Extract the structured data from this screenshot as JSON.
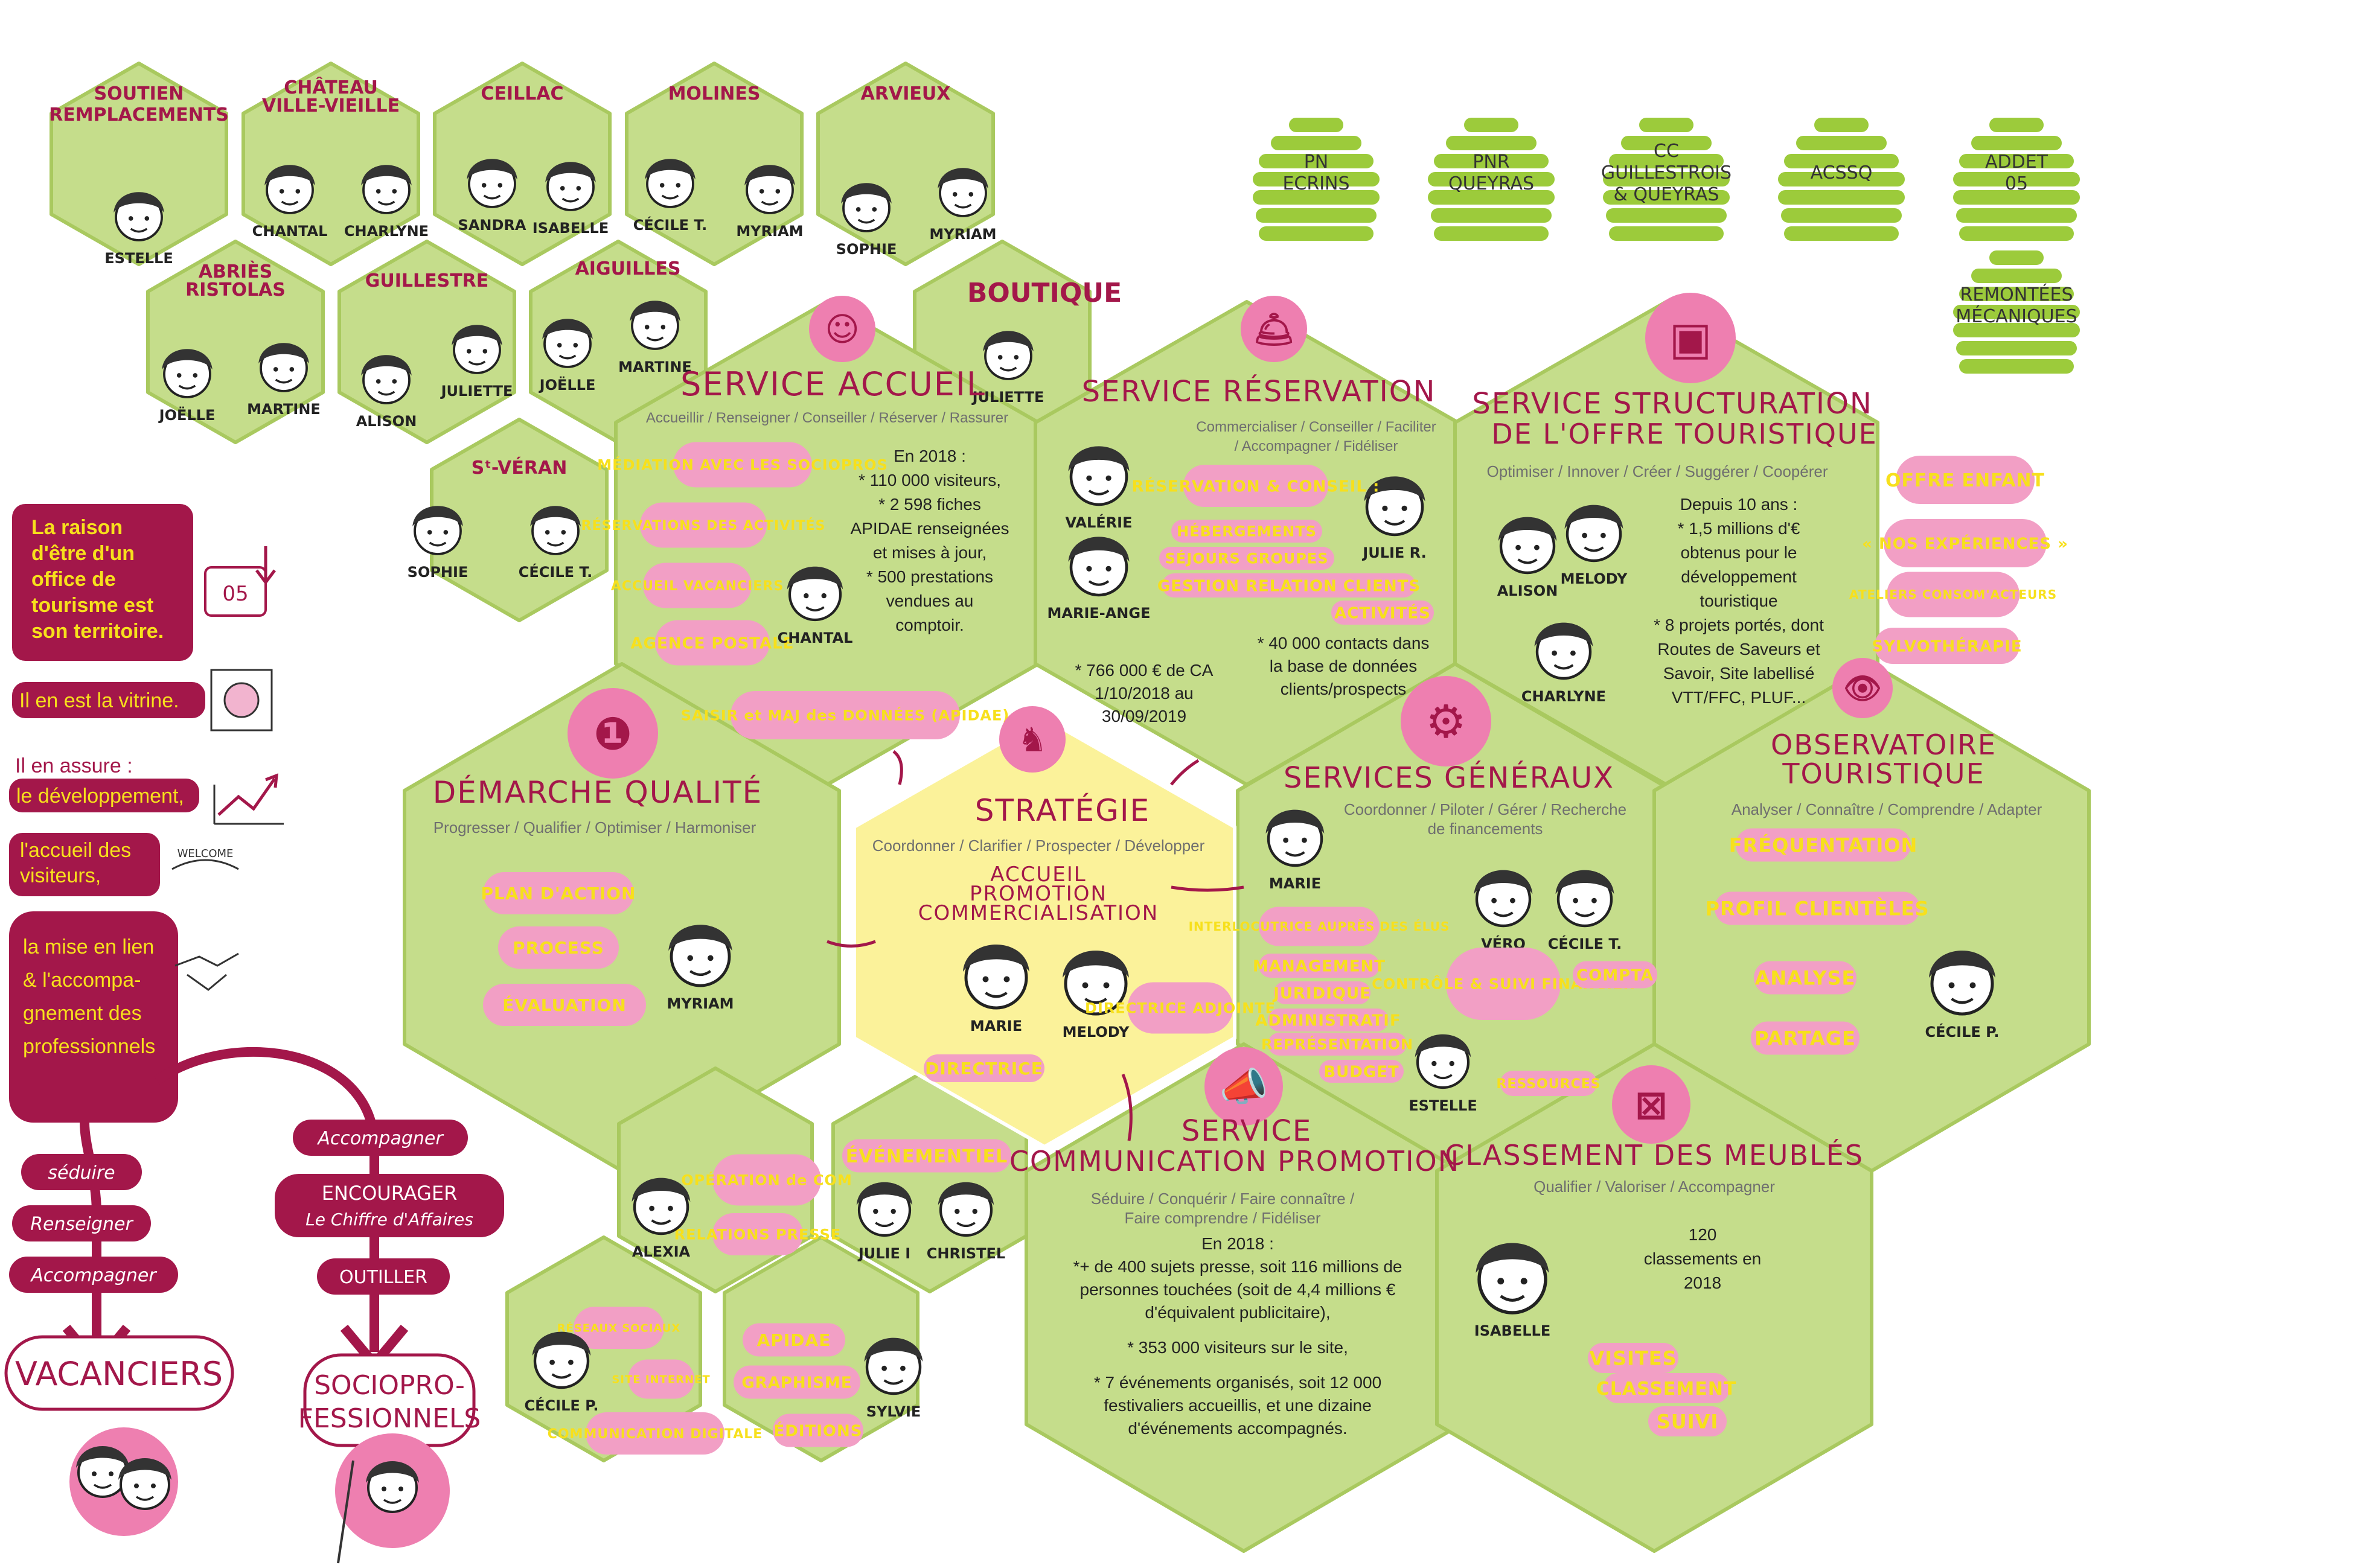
{
  "colors": {
    "hex_green": "#c5dd8b",
    "hex_green_stroke": "#a9c95f",
    "hex_yellow": "#fbf29a",
    "hive_green": "#9ccb3b",
    "crimson": "#a3174a",
    "pink": "#ee7fb0",
    "pill_pink": "#f29fc5",
    "text_yellow": "#f7e01c",
    "gray_text": "#6f6f6f"
  },
  "hives": [
    {
      "lines": [
        "PN",
        "ECRINS"
      ]
    },
    {
      "lines": [
        "PNR",
        "QUEYRAS"
      ]
    },
    {
      "lines": [
        "CC",
        "GUILLESTROIS",
        "& QUEYRAS"
      ]
    },
    {
      "lines": [
        "ACSSQ"
      ]
    },
    {
      "lines": [
        "ADDET",
        "05"
      ]
    },
    {
      "lines": [
        "REMONTÉES",
        "MÉCANIQUES"
      ]
    }
  ],
  "left_panel": {
    "box1": [
      "La raison",
      "d'être d'un",
      "office de",
      "tourisme est",
      "son territoire."
    ],
    "badge_05": "05",
    "box2": "Il en est la vitrine.",
    "intro": "Il en assure :",
    "box3": "le développement,",
    "box4": [
      "l'accueil des",
      "visiteurs,"
    ],
    "box5": [
      "la mise en lien",
      "& l'accompa-",
      "gnement des",
      "professionnels"
    ],
    "welcome": "WELCOME",
    "left_branch": [
      "séduire",
      "Renseigner",
      "Accompagner"
    ],
    "left_target": "VACANCIERS",
    "right_branch": [
      "Accompagner",
      "ENCOURAGER",
      "Le Chiffre d'Affaires",
      "OUTILLER"
    ],
    "right_target": [
      "SOCIOPRO-",
      "FESSIONNELS"
    ]
  },
  "territory_cells": [
    {
      "title": [
        "SOUTIEN",
        "REMPLACEMENTS"
      ],
      "people": [
        "ESTELLE"
      ]
    },
    {
      "title": [
        "CHÂTEAU",
        "VILLE-VIEILLE"
      ],
      "people": [
        "CHANTAL",
        "CHARLYNE"
      ]
    },
    {
      "title": [
        "CEILLAC"
      ],
      "people": [
        "SANDRA",
        "ISABELLE"
      ]
    },
    {
      "title": [
        "MOLINES"
      ],
      "people": [
        "CÉCILE T.",
        "MYRIAM"
      ]
    },
    {
      "title": [
        "ARVIEUX"
      ],
      "people": [
        "SOPHIE",
        "MYRIAM"
      ]
    },
    {
      "title": [
        "ABRIÈS",
        "RISTOLAS"
      ],
      "people": [
        "JOËLLE",
        "MARTINE"
      ]
    },
    {
      "title": [
        "GUILLESTRE"
      ],
      "people": [
        "ALISON",
        "JULIETTE"
      ]
    },
    {
      "title": [
        "AIGUILLES"
      ],
      "people": [
        "JOËLLE",
        "MARTINE"
      ]
    },
    {
      "title": [
        "BOUTIQUE"
      ],
      "people": [
        "JULIETTE"
      ]
    },
    {
      "title": [
        "Sᵗ-VÉRAN"
      ],
      "people": [
        "SOPHIE",
        "CÉCILE T."
      ]
    }
  ],
  "service_accueil": {
    "title": "SERVICE ACCUEIL",
    "subtitle": "Accueillir / Renseigner / Conseiller / Réserver / Rassurer",
    "tags": [
      "MÉDIATION AVEC LES SOCIOPROS",
      "RÉSERVATIONS DES ACTIVITÉS",
      "ACCUEIL VACANCIERS",
      "AGENCE POSTALE",
      "SAISIR et MAJ des DONNÉES (APIDAE)"
    ],
    "person": "CHANTAL",
    "stats": [
      "En 2018 :",
      "* 110 000 visiteurs,",
      "* 2 598 fiches",
      "APIDAE renseignées",
      "et mises à jour,",
      "* 500 prestations",
      "vendues au",
      "comptoir."
    ]
  },
  "service_reservation": {
    "title": "SERVICE RÉSERVATION",
    "subtitle": [
      "Commercialiser / Conseiller / Faciliter",
      "/ Accompagner / Fidéliser"
    ],
    "tags": [
      "RÉSERVATION & CONSEIL :",
      "HÉBERGEMENTS",
      "SÉJOURS GROUPES",
      "GESTION RELATION CLIENTS",
      "ACTIVITÉS"
    ],
    "people": [
      "VALÉRIE",
      "JULIE R.",
      "MARIE-ANGE"
    ],
    "stats_left": [
      "* 766 000 € de CA",
      "1/10/2018 au",
      "30/09/2019"
    ],
    "stats_right": [
      "* 40 000 contacts dans",
      "la base de données",
      "clients/prospects"
    ]
  },
  "service_structuration": {
    "title": [
      "SERVICE STRUCTURATION",
      "DE L'OFFRE TOURISTIQUE"
    ],
    "subtitle": "Optimiser / Innover / Créer / Suggérer / Coopérer",
    "people": [
      "ALISON",
      "MELODY",
      "CHARLYNE"
    ],
    "stats": [
      "Depuis 10 ans :",
      "* 1,5 millions d'€",
      "obtenus pour le",
      "développement",
      "touristique",
      "* 8 projets portés, dont",
      "Routes de Saveurs et",
      "Savoir, Site labellisé",
      "VTT/FFC, PLUF..."
    ],
    "side_tags": [
      "OFFRE ENFANT",
      "« NOS EXPÉRIENCES »",
      "ATELIERS CONSOM'ACTEURS",
      "SYLVOTHÉRAPIE"
    ]
  },
  "demarche_qualite": {
    "title": "DÉMARCHE QUALITÉ",
    "subtitle": "Progresser / Qualifier / Optimiser / Harmoniser",
    "tags": [
      "PLAN D'ACTION",
      "PROCESS",
      "ÉVALUATION"
    ],
    "person": "MYRIAM"
  },
  "strategie": {
    "title": "STRATÉGIE",
    "subtitle": "Coordonner / Clarifier / Prospecter / Développer",
    "lines": [
      "ACCUEIL",
      "PROMOTION",
      "COMMERCIALISATION"
    ],
    "people": [
      "MARIE",
      "MELODY"
    ],
    "tags": [
      "DIRECTRICE",
      "DIRECTRICE ADJOINTE"
    ]
  },
  "services_generaux": {
    "title": "SERVICES GÉNÉRAUX",
    "subtitle": [
      "Coordonner / Piloter / Gérer / Recherche",
      "de financements"
    ],
    "people": [
      "MARIE",
      "VÉRO",
      "CÉCILE T.",
      "ESTELLE"
    ],
    "tags": [
      "INTERLOCUTRICE AUPRÈS DES ÉLUS",
      "MANAGEMENT",
      "JURIDIQUE",
      "ADMINISTRATIF",
      "REPRÉSENTATION",
      "BUDGET",
      "CONTRÔLE & SUIVI FINANCIER",
      "COMPTA",
      "RESSOURCES"
    ]
  },
  "observatoire": {
    "title": [
      "OBSERVATOIRE",
      "TOURISTIQUE"
    ],
    "subtitle": "Analyser / Connaître / Comprendre / Adapter",
    "tags": [
      "FRÉQUENTATION",
      "PROFIL CLIENTÈLES",
      "ANALYSE",
      "PARTAGE"
    ],
    "person": "CÉCILE P."
  },
  "communication": {
    "title": [
      "SERVICE",
      "COMMUNICATION PROMOTION"
    ],
    "subtitle": [
      "Séduire / Conquérir / Faire connaître /",
      "Faire comprendre / Fidéliser"
    ],
    "stats": [
      "En 2018 :",
      "*+ de 400 sujets presse, soit 116 millions de",
      "personnes touchées (soit de 4,4 millions €",
      "d'équivalent publicitaire),",
      "* 353 000 visiteurs sur le site,",
      "* 7 événements organisés, soit 12 000",
      "festivaliers accueillis, et une dizaine",
      "d'événements accompagnés."
    ]
  },
  "classement": {
    "title": "CLASSEMENT DES MEUBLÉS",
    "subtitle": "Qualifier / Valoriser / Accompagner",
    "stats": [
      "120",
      "classements en",
      "2018"
    ],
    "person": "ISABELLE",
    "tags": [
      "VISITES",
      "CLASSEMENT",
      "SUIVI"
    ]
  },
  "comm_sub_cells": [
    {
      "tags": [
        "OPÉRATION de COM",
        "RELATIONS PRESSE"
      ],
      "people": [
        "ALEXIA"
      ]
    },
    {
      "tags": [
        "ÉVÉNEMENTIEL"
      ],
      "people": [
        "JULIE I",
        "CHRISTEL"
      ]
    },
    {
      "tags": [
        "RÉSEAUX SOCIAUX",
        "SITE INTERNET",
        "COMMUNICATION DIGITALE"
      ],
      "people": [
        "CÉCILE P."
      ]
    },
    {
      "tags": [
        "APIDAE",
        "GRAPHISME",
        "ÉDITIONS"
      ],
      "people": [
        "SYLVIE"
      ]
    }
  ]
}
